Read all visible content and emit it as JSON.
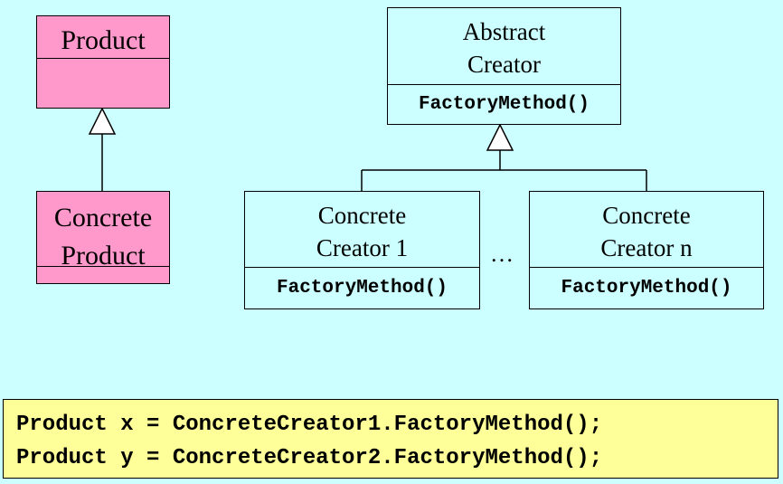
{
  "product": {
    "name": "Product"
  },
  "concrete_product": {
    "line1": "Concrete",
    "line2": "Product"
  },
  "abstract_creator": {
    "line1": "Abstract",
    "line2": "Creator",
    "method": "FactoryMethod()"
  },
  "creator1": {
    "line1": "Concrete",
    "line2": "Creator 1",
    "method": "FactoryMethod()"
  },
  "creatorn": {
    "line1": "Concrete",
    "line2": "Creator n",
    "method": "FactoryMethod()"
  },
  "ellipsis": "…",
  "code": {
    "line1": "Product x = ConcreteCreator1.FactoryMethod();",
    "line2": "Product y = ConcreteCreator2.FactoryMethod();"
  },
  "colors": {
    "background": "#ccffff",
    "product_fill": "#ff99cc",
    "creator_fill": "#ccffff",
    "code_fill": "#ffff99"
  }
}
